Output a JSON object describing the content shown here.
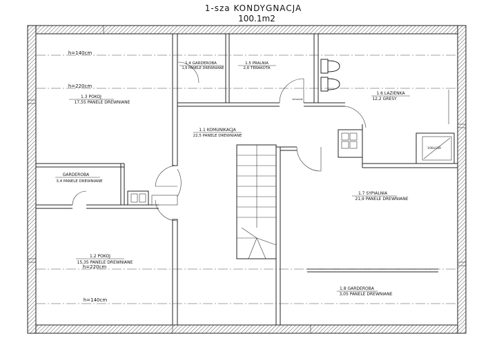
{
  "header": {
    "title": "1-sza KONDYGNACJA",
    "area": "100.1m2"
  },
  "rooms": [
    {
      "id": "1.1",
      "name": "1.1 KOMUNIKACJA",
      "detail": "22,5 PANELE DREWNIANE"
    },
    {
      "id": "1.2",
      "name": "1.2 POKOJ",
      "detail": "15,35 PANELE DREWNIANE"
    },
    {
      "id": "1.3",
      "name": "1.3 POKOJ",
      "detail": "17,55 PANELE DREWNIANE"
    },
    {
      "id": "1.4",
      "name": "1.4 GARDEROBA",
      "detail": "1,6 PANELE DREWNIANE"
    },
    {
      "id": "1.5",
      "name": "1.5 PRALNIA",
      "detail": "2,6 TERAKOTA"
    },
    {
      "id": "1.6",
      "name": "1.6 LAZIENKA",
      "detail": "12,2 GRESY"
    },
    {
      "id": "1.7",
      "name": "1.7 SYPIALNIA",
      "detail": "21,9 PANELE DREWNIANE"
    },
    {
      "id": "1.8",
      "name": "1.8 GARDEROBA",
      "detail": "3,05 PANELE DREWNIANE"
    },
    {
      "id": "gard",
      "name": "GARDEROBA",
      "detail": "3,4 PANELE DREWNIANE"
    }
  ],
  "heights": {
    "top_low": "h=140cm",
    "top_high": "h=220cm",
    "bottom_high": "h=220cm",
    "bottom_low": "h=140cm"
  },
  "labels": {
    "shower": "100x100",
    "small_note": "lomaro#"
  }
}
